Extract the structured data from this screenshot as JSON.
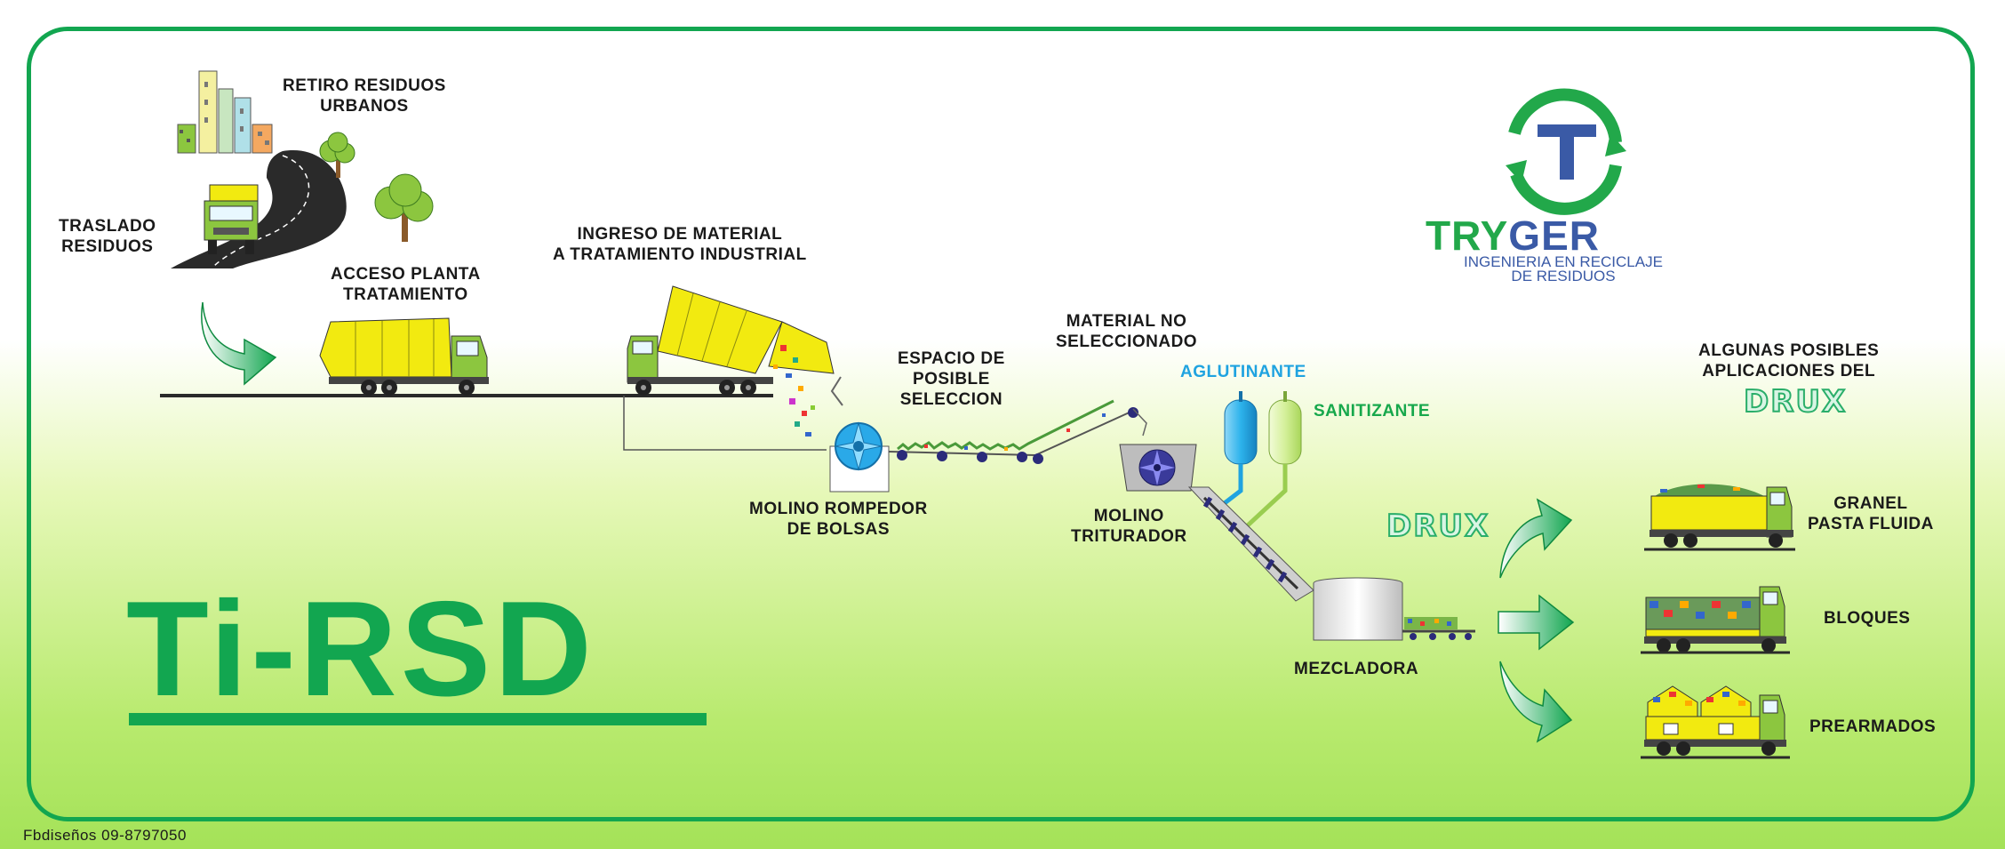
{
  "labels": {
    "retiro": [
      "RETIRO RESIDUOS",
      "URBANOS"
    ],
    "traslado": [
      "TRASLADO",
      "RESIDUOS"
    ],
    "acceso": [
      "ACCESO PLANTA",
      "TRATAMIENTO"
    ],
    "ingreso": [
      "INGRESO DE MATERIAL",
      "A TRATAMIENTO INDUSTRIAL"
    ],
    "espacio": [
      "ESPACIO DE",
      "POSIBLE",
      "SELECCION"
    ],
    "material": [
      "MATERIAL NO",
      "SELECCIONADO"
    ],
    "aglutinante": "AGLUTINANTE",
    "sanitizante": "SANITIZANTE",
    "molino_rompedor": [
      "MOLINO ROMPEDOR",
      "DE BOLSAS"
    ],
    "molino_triturador": [
      "MOLINO",
      "TRITURADOR"
    ],
    "mezcladora": "MEZCLADORA",
    "aplicaciones": [
      "ALGUNAS POSIBLES",
      "APLICACIONES DEL"
    ],
    "granel": [
      "GRANEL",
      "PASTA FLUIDA"
    ],
    "bloques": "BLOQUES",
    "prearmados": "PREARMADOS"
  },
  "drux_word": "DRUX",
  "logo": {
    "letter": "T",
    "name_a": "TRY",
    "name_b": "GER",
    "tagline": [
      "INGENIERIA EN RECICLAJE",
      "DE RESIDUOS"
    ]
  },
  "main_title": "Ti-RSD",
  "credit": "Fbdiseños  09-8797050",
  "colors": {
    "frame": "#12a650",
    "title": "#12a650",
    "truck": "#f2ea10",
    "cab": "#8cc63f",
    "aglutinante": "#1fa3e0",
    "sanitizante": "#17a84c",
    "logo_blue": "#3a5aa6",
    "logo_green": "#22a84a"
  },
  "icons": [
    "city-icon",
    "road-icon",
    "tree-icon",
    "flow-arrow-icon",
    "garbage-truck-icon",
    "dump-truck-icon",
    "bag-breaker-mill-icon",
    "conveyor-belt-icon",
    "shredder-mill-icon",
    "tank-icon",
    "screw-conveyor-icon",
    "mixer-icon",
    "recycle-logo-icon"
  ]
}
